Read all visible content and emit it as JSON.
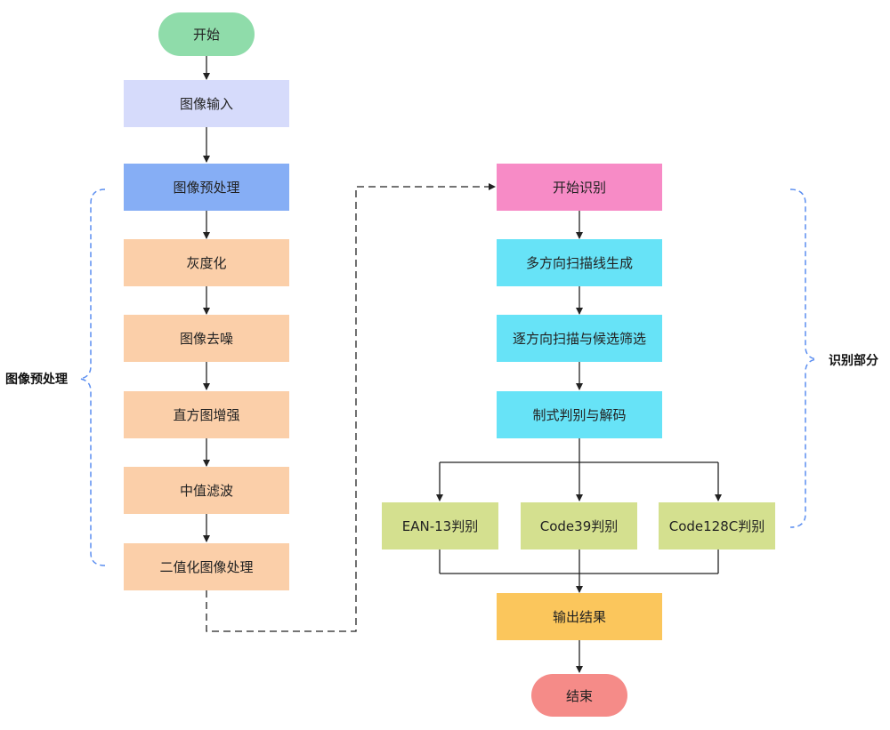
{
  "colors": {
    "terminal_start": "#8fdcaa",
    "input": "#d6dbfb",
    "preprocess_head": "#86aef5",
    "preprocess_step": "#fbcfa9",
    "recognize_head": "#f78bc6",
    "recognize_step": "#67e3f7",
    "decoder": "#d4e08f",
    "output": "#fbc65c",
    "terminal_end": "#f58b88",
    "brace": "#5b8ef0",
    "arrow": "#222222"
  },
  "nodes": {
    "start": "开始",
    "image_input": "图像输入",
    "preprocess": "图像预处理",
    "grayscale": "灰度化",
    "denoise": "图像去噪",
    "hist_eq": "直方图增强",
    "median_filter": "中值滤波",
    "binarize": "二值化图像处理",
    "start_recognition": "开始识别",
    "scanline_gen": "多方向扫描线生成",
    "scan_filter": "逐方向扫描与候选筛选",
    "decode": "制式判别与解码",
    "ean13": "EAN-13判别",
    "code39": "Code39判别",
    "code128c": "Code128C判别",
    "output": "输出结果",
    "end": "结束"
  },
  "groups": {
    "preprocess_label": "图像预处理",
    "recognition_label": "识别部分"
  }
}
